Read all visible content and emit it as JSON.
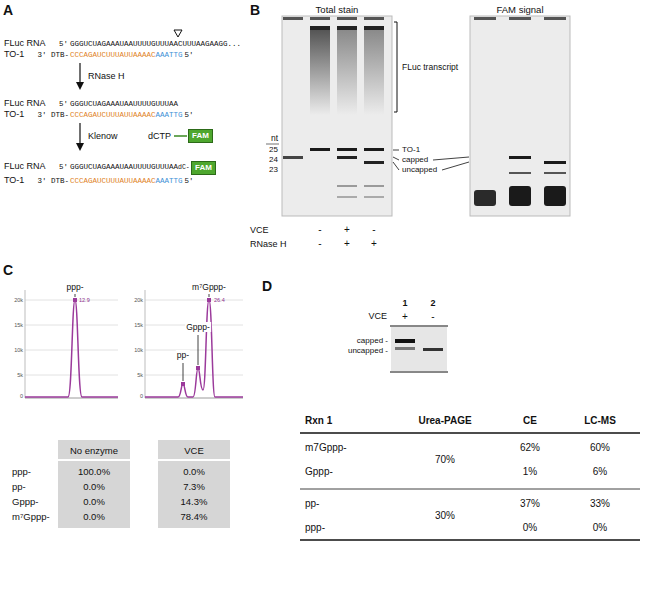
{
  "diagram": {
    "nodes": [
      {
        "text": [
          "FAM"
        ]
      },
      {
        "text": [
          "FAM"
        ]
      },
      {
        "text": [
          "No enzyme",
          "100.0%",
          "0.0%",
          "0.0%",
          "0.0%"
        ]
      },
      {
        "text": [
          "VCE",
          "0.0%",
          "7.3%",
          "14.3%",
          "78.4%"
        ]
      }
    ],
    "labels": [
      "A",
      "FLuc RNA",
      "5′",
      "GGGUCUAGAAAUAAUUUUGUUUAACUUUAAGAAGG...",
      "TO-1",
      "3′ DTB-",
      "CCCAGAUCUUUAUUAAAAC",
      "AAATTG",
      "5′",
      "RNase H",
      "FLuc RNA",
      "5′",
      "GGGUCUAGAAAUAAUUUUGUUUAA",
      "TO-1",
      "3′ DTB-",
      "CCCAGAUCUUUAUUAAAAC",
      "AAATTG",
      "5′",
      "Klenow",
      "dCTP",
      "FLuc RNA",
      "5′",
      "GGGUCUAGAAAUAAUUUUGUUUAA",
      "dC-",
      "TO-1",
      "3′ DTB-",
      "CCCAGAUCUUUAUUAAAAC",
      "AAATTG",
      "5′",
      "B",
      "Total stain",
      "FAM signal",
      "FLuc transcript",
      "nt",
      "25",
      "24",
      "23",
      "TO-1",
      "capped",
      "uncapped",
      "VCE",
      "RNase H",
      "-",
      "+",
      "-",
      "-",
      "+",
      "+",
      "C",
      "ppp-",
      "12.9",
      "20k",
      "15k",
      "10k",
      "5k",
      "0",
      "m⁷Gppp-",
      "Gppp-",
      "pp-",
      "26.4",
      "20k",
      "15k",
      "10k",
      "5k",
      "0",
      "ppp-",
      "pp-",
      "Gppp-",
      "m⁷Gppp-",
      "D",
      "1",
      "2",
      "VCE",
      "+",
      "-",
      "capped -",
      "uncapped -",
      "Rxn 1",
      "Urea-PAGE",
      "CE",
      "LC-MS",
      "m7Gppp-",
      "70%",
      "62%",
      "60%",
      "Gppp-",
      "1%",
      "6%",
      "pp-",
      "30%",
      "37%",
      "33%",
      "ppp-",
      "0%",
      "0%"
    ]
  }
}
